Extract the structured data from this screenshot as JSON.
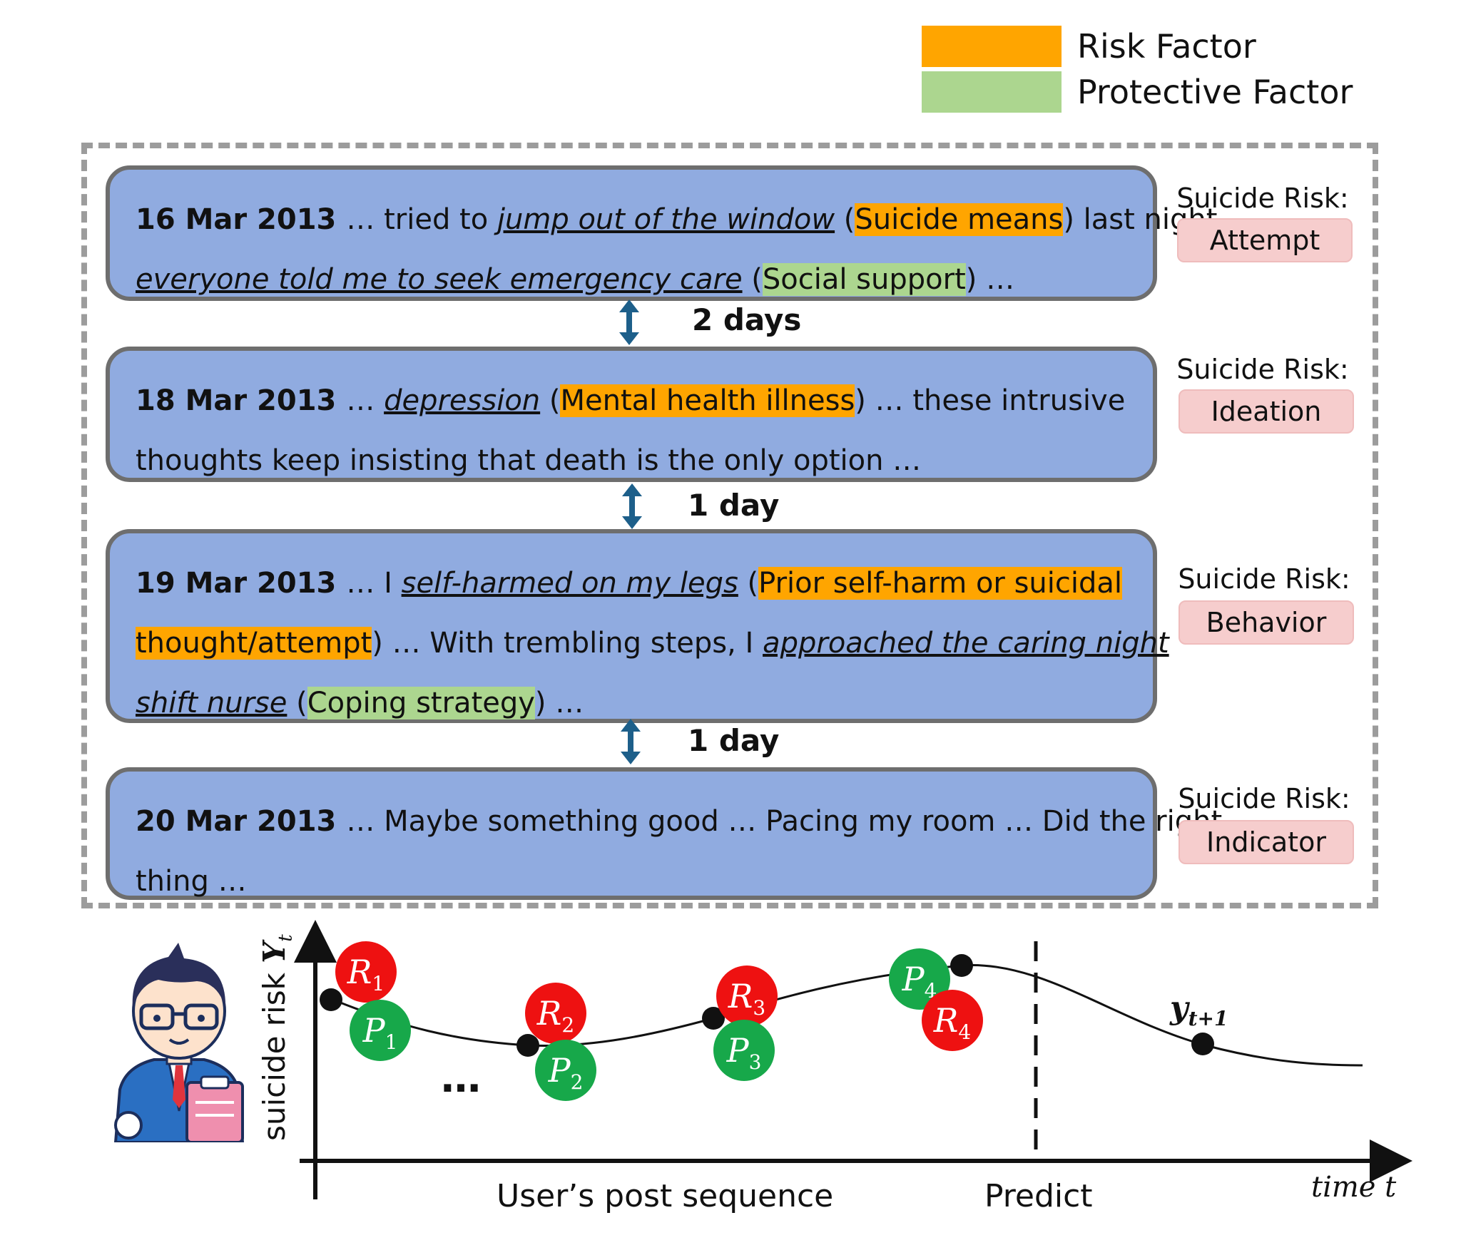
{
  "legend": {
    "risk_label": "Risk Factor",
    "protective_label": "Protective Factor",
    "risk_color": "#ffa500",
    "protective_color": "#acd68f"
  },
  "posts": [
    {
      "date": "16 Mar 2013",
      "l1_a": "… tried to ",
      "l1_u": "jump out of the window",
      "l1_b": " (",
      "l1_risk": "Suicide means",
      "l1_c": ") last night,",
      "l2_u": "everyone told me to seek emergency care",
      "l2_a": " (",
      "l2_prot": "Social support",
      "l2_b": ") …",
      "risk_title": "Suicide Risk:",
      "risk_value": "Attempt"
    },
    {
      "date": "18 Mar 2013",
      "l1_a": "… ",
      "l1_u": "depression",
      "l1_b": " (",
      "l1_risk": "Mental health illness",
      "l1_c": ") … these intrusive",
      "l2_text": "thoughts keep insisting that death is the only option …",
      "risk_title": "Suicide Risk:",
      "risk_value": "Ideation"
    },
    {
      "date": "19 Mar 2013",
      "l1_a": "… I ",
      "l1_u": "self-harmed on my legs",
      "l1_b": " (",
      "l1_risk": "Prior self-harm or suicidal ",
      "l2_risk": "thought/attempt",
      "l2_a": ") … With trembling steps, I ",
      "l2_u": "approached the caring night",
      "l3_u": "shift nurse",
      "l3_a": " (",
      "l3_prot": "Coping strategy",
      "l3_b": ") …",
      "risk_title": "Suicide Risk:",
      "risk_value": "Behavior"
    },
    {
      "date": "20 Mar 2013",
      "l1_a": "… Maybe something good … Pacing my room … Did the right",
      "l2_text": "thing …",
      "risk_title": "Suicide Risk:",
      "risk_value": "Indicator"
    }
  ],
  "gaps": [
    "2 days",
    "1 day",
    "1 day"
  ],
  "chart": {
    "y_axis_label": "suicide risk ",
    "y_axis_symbol": "Y",
    "y_axis_sub": "t",
    "x_axis_label": "User’s post sequence",
    "predict_label": "Predict",
    "time_label": "time t",
    "ellipsis": "…",
    "target_label": "y",
    "target_sub": "t+1",
    "nodes": [
      {
        "letter": "R",
        "sub": "1",
        "kind": "risk"
      },
      {
        "letter": "P",
        "sub": "1",
        "kind": "protective"
      },
      {
        "letter": "R",
        "sub": "2",
        "kind": "risk"
      },
      {
        "letter": "P",
        "sub": "2",
        "kind": "protective"
      },
      {
        "letter": "R",
        "sub": "3",
        "kind": "risk"
      },
      {
        "letter": "P",
        "sub": "3",
        "kind": "protective"
      },
      {
        "letter": "P",
        "sub": "4",
        "kind": "protective"
      },
      {
        "letter": "R",
        "sub": "4",
        "kind": "risk"
      }
    ]
  }
}
